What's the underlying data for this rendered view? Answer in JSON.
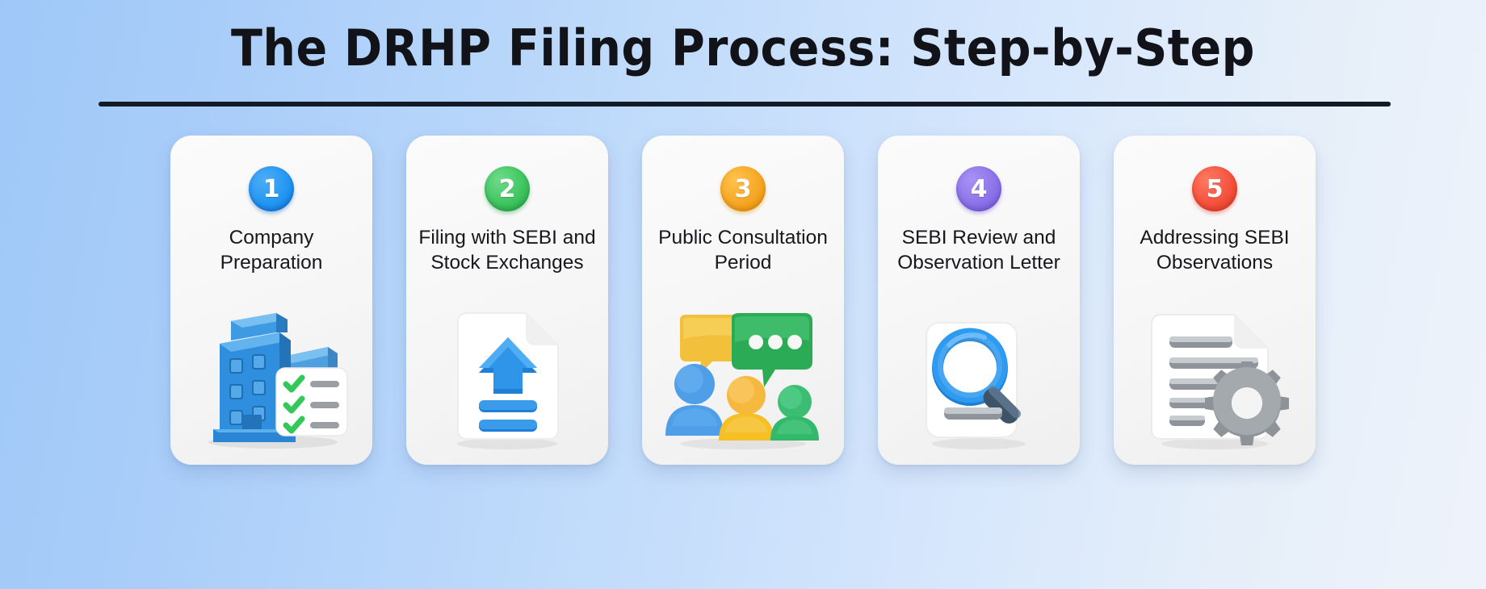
{
  "header": {
    "title": "The DRHP Filing Process: Step-by-Step",
    "divider": "horizontal-rule"
  },
  "theme": {
    "background_gradient_from": "#9fc8f8",
    "background_gradient_to": "#eef3fb",
    "title_color": "#111318",
    "card_background": "#f7f7f7",
    "card_text_color": "#16181d"
  },
  "steps": [
    {
      "number": "1",
      "label": "Company Preparation",
      "badge_color": "#2196F3",
      "icon": "office-building-checklist-icon"
    },
    {
      "number": "2",
      "label": "Filing with SEBI and Stock Exchanges",
      "badge_color": "#3ec45f",
      "icon": "document-upload-icon"
    },
    {
      "number": "3",
      "label": "Public Consultation Period",
      "badge_color": "#f5a623",
      "icon": "people-speech-bubbles-icon"
    },
    {
      "number": "4",
      "label": "SEBI Review and Observation Letter",
      "badge_color": "#8b72e8",
      "icon": "document-magnifier-icon"
    },
    {
      "number": "5",
      "label": "Addressing SEBI Observations",
      "badge_color": "#f4503c",
      "icon": "document-gear-icon"
    }
  ]
}
